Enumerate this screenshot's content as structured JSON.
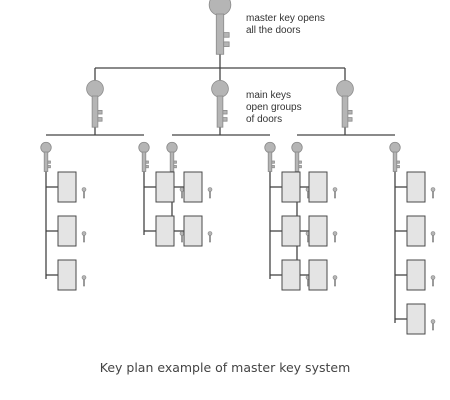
{
  "diagram": {
    "master_note": {
      "line1": "master key opens",
      "line2": "all the doors"
    },
    "main_note": {
      "line1": "main keys",
      "line2": "open groups",
      "line3": "of doors"
    },
    "caption": "Key plan example of master key system",
    "colors": {
      "line": "#444444",
      "key_fill": "#b5b5b5",
      "key_stroke": "#8a8a8a",
      "door_fill": "#e4e4e4",
      "door_stroke": "#4a4a4a",
      "text": "#333333"
    },
    "icons": {
      "master_key": "key-icon",
      "main_key": "key-icon",
      "sub_key": "key-icon",
      "door": "door-icon",
      "door_key": "small-key-icon"
    },
    "structure": {
      "master_keys": 1,
      "main_keys": 3,
      "groups": [
        {
          "main_key": 1,
          "sub_keys": 2,
          "doors_per_sub_key": [
            3,
            2
          ]
        },
        {
          "main_key": 2,
          "sub_keys": 2,
          "doors_per_sub_key": [
            2,
            3
          ]
        },
        {
          "main_key": 3,
          "sub_keys": 2,
          "doors_per_sub_key": [
            3,
            4
          ]
        }
      ]
    }
  }
}
